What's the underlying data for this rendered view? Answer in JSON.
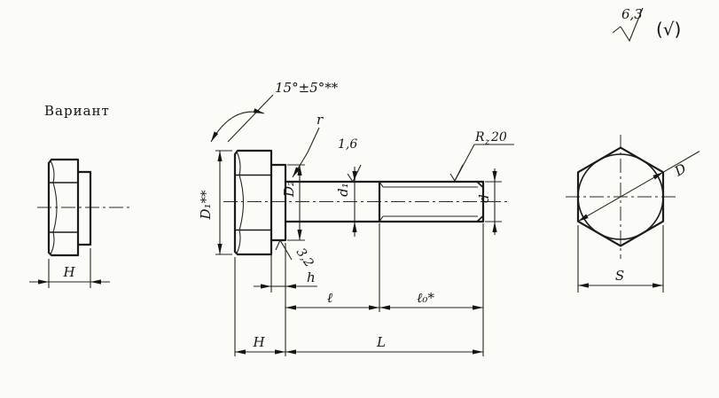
{
  "drawing": {
    "surface_finish": {
      "general_value": "6,3",
      "general_alt": "(√)",
      "shank": "1,6",
      "thread_prefix": "R",
      "thread_sub": "z",
      "thread_value": "20",
      "collar": "3,2"
    },
    "variant_view": {
      "title": "Вариант",
      "dim_H": "H"
    },
    "main_view": {
      "angle": "15°±5°**",
      "fillet_radius": "r",
      "dim_D1": "D₁**",
      "dim_D2": "D₂",
      "dim_d1": "d₁",
      "dim_d": "d",
      "dim_h": "h",
      "dim_l": "ℓ",
      "dim_l0": "ℓ₀*",
      "dim_H": "H",
      "dim_L": "L"
    },
    "end_view": {
      "dim_D": "D",
      "dim_S": "S"
    }
  }
}
